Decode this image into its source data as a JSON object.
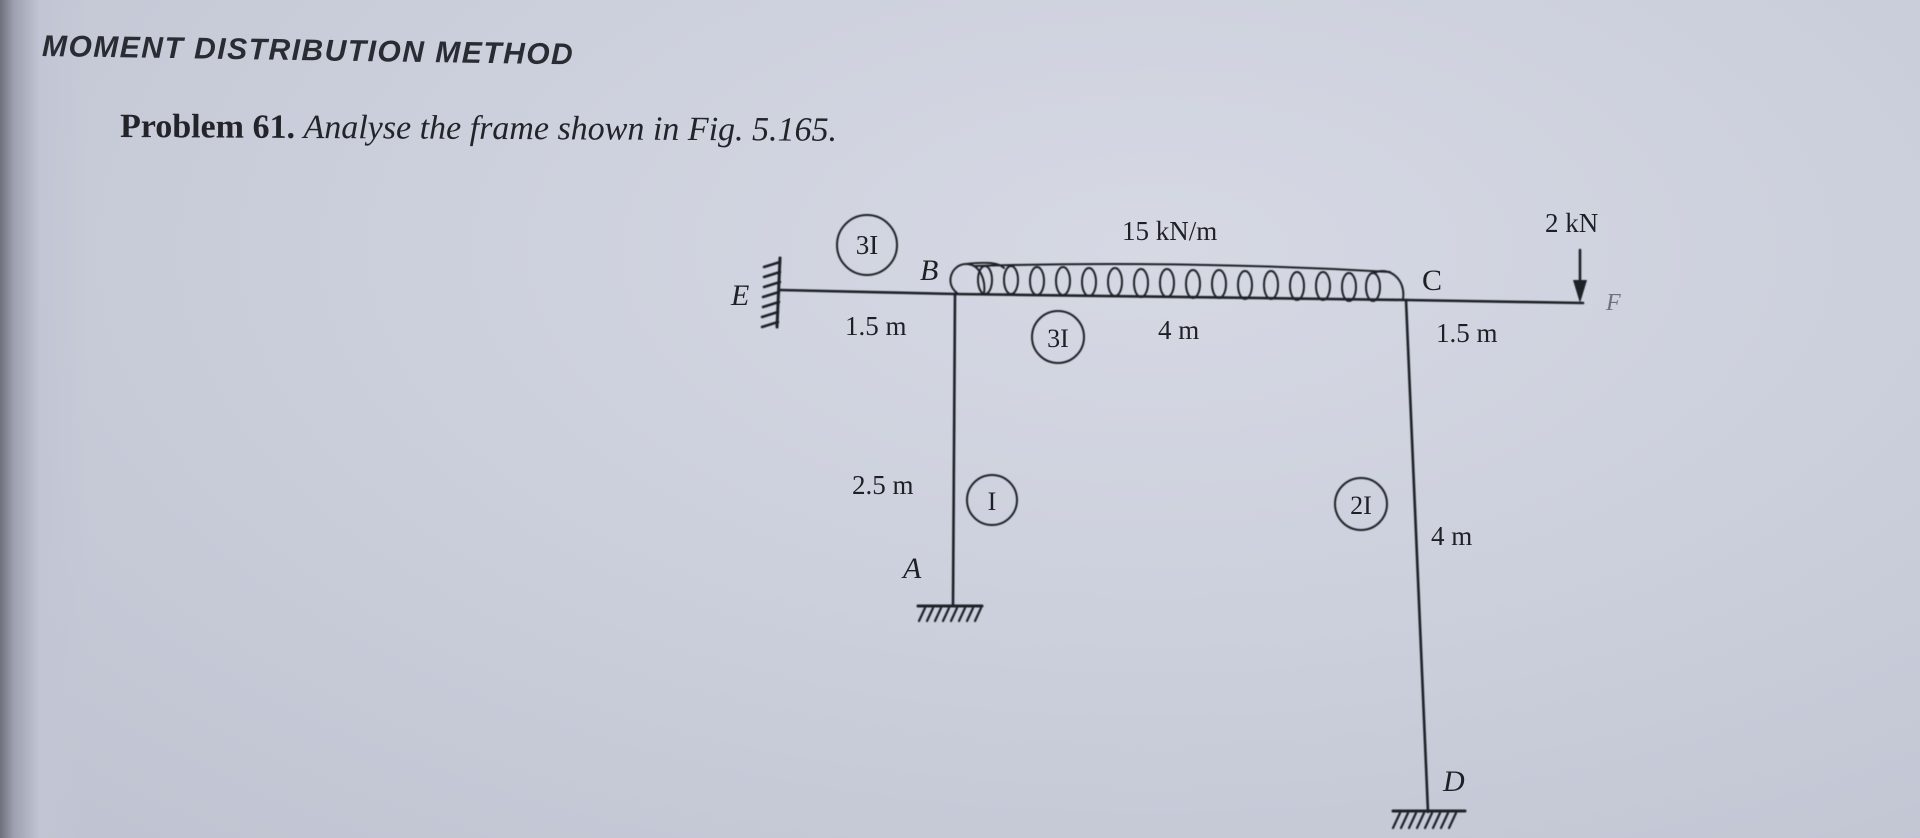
{
  "page": {
    "section_heading": "MOMENT DISTRIBUTION METHOD",
    "problem": {
      "number_label": "Problem 61.",
      "statement": "Analyse the frame shown in Fig. 5.165."
    }
  },
  "figure": {
    "id": "Fig. 5.165",
    "nodes": {
      "E": "E",
      "B": "B",
      "C": "C",
      "F": "F",
      "A": "A",
      "D": "D"
    },
    "members": [
      {
        "name": "EB",
        "stiffness_label": "3I",
        "length_label": "1.5 m"
      },
      {
        "name": "BC",
        "stiffness_label": "3I",
        "length_label": "4 m"
      },
      {
        "name": "CF",
        "length_label": "1.5 m"
      },
      {
        "name": "AB",
        "stiffness_label": "I",
        "length_label": "2.5 m"
      },
      {
        "name": "DC",
        "stiffness_label": "2I",
        "length_label": "4 m"
      }
    ],
    "loads": {
      "udl_label": "15 kN/m",
      "point_load_label": "2 kN"
    },
    "supports": {
      "E": "fixed (wall)",
      "A": "fixed",
      "D": "fixed"
    },
    "colors": {
      "ink": "#1e2026",
      "paper": "#c9ccd9"
    }
  }
}
